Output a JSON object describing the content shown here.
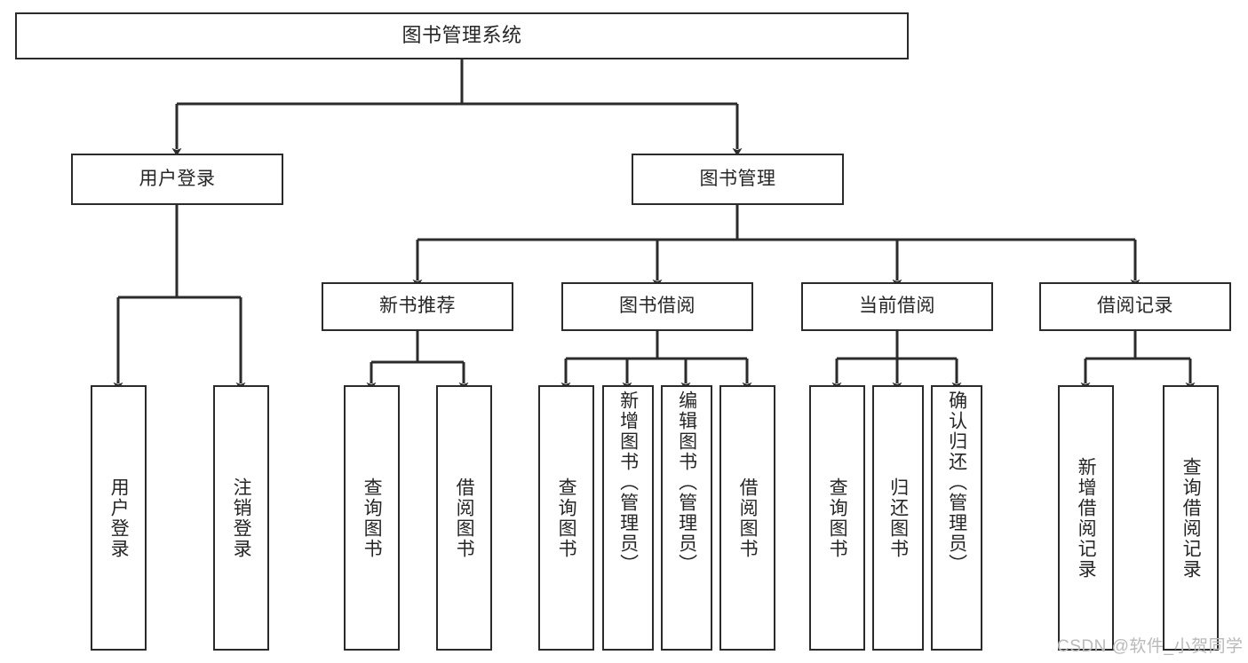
{
  "diagram": {
    "title": "图书管理系统",
    "type": "tree-hierarchy-flowchart",
    "background": "#ffffff",
    "line_color": "#2b2b2b",
    "text_color": "#262626",
    "watermark": "CSDN @软件_小贺同学"
  },
  "nodes": {
    "root": {
      "label": "图书管理系统"
    },
    "level2": [
      {
        "label": "用户登录"
      },
      {
        "label": "图书管理"
      }
    ],
    "level3": [
      {
        "label": "新书推荐"
      },
      {
        "label": "图书借阅"
      },
      {
        "label": "当前借阅"
      },
      {
        "label": "借阅记录"
      }
    ],
    "leaves": {
      "user_login": [
        {
          "label": "用户登录"
        },
        {
          "label": "注销登录"
        }
      ],
      "new_book": [
        {
          "label": "查询图书"
        },
        {
          "label": "借阅图书"
        }
      ],
      "book_borrow": [
        {
          "label": "查询图书"
        },
        {
          "label": "新增图书（管理员）"
        },
        {
          "label": "编辑图书（管理员）"
        },
        {
          "label": "借阅图书"
        }
      ],
      "current_borrow": [
        {
          "label": "查询图书"
        },
        {
          "label": "归还图书"
        },
        {
          "label": "确认归还（管理员）"
        }
      ],
      "borrow_record": [
        {
          "label": "新增借阅记录"
        },
        {
          "label": "查询借阅记录"
        }
      ]
    }
  },
  "chart_data": {
    "type": "table",
    "title": "图书管理系统",
    "nodes_by_level": [
      [
        "图书管理系统"
      ],
      [
        "用户登录",
        "图书管理"
      ],
      [
        "新书推荐",
        "图书借阅",
        "当前借阅",
        "借阅记录"
      ],
      [
        "用户登录",
        "注销登录",
        "查询图书",
        "借阅图书",
        "查询图书",
        "新增图书（管理员）",
        "编辑图书（管理员）",
        "借阅图书",
        "查询图书",
        "归还图书",
        "确认归还（管理员）",
        "新增借阅记录",
        "查询借阅记录"
      ]
    ],
    "edges": [
      [
        "图书管理系统",
        "用户登录"
      ],
      [
        "图书管理系统",
        "图书管理"
      ],
      [
        "用户登录",
        "用户登录"
      ],
      [
        "用户登录",
        "注销登录"
      ],
      [
        "图书管理",
        "新书推荐"
      ],
      [
        "图书管理",
        "图书借阅"
      ],
      [
        "图书管理",
        "当前借阅"
      ],
      [
        "图书管理",
        "借阅记录"
      ],
      [
        "新书推荐",
        "查询图书"
      ],
      [
        "新书推荐",
        "借阅图书"
      ],
      [
        "图书借阅",
        "查询图书"
      ],
      [
        "图书借阅",
        "新增图书（管理员）"
      ],
      [
        "图书借阅",
        "编辑图书（管理员）"
      ],
      [
        "图书借阅",
        "借阅图书"
      ],
      [
        "当前借阅",
        "查询图书"
      ],
      [
        "当前借阅",
        "归还图书"
      ],
      [
        "当前借阅",
        "确认归还（管理员）"
      ],
      [
        "借阅记录",
        "新增借阅记录"
      ],
      [
        "借阅记录",
        "查询借阅记录"
      ]
    ]
  }
}
